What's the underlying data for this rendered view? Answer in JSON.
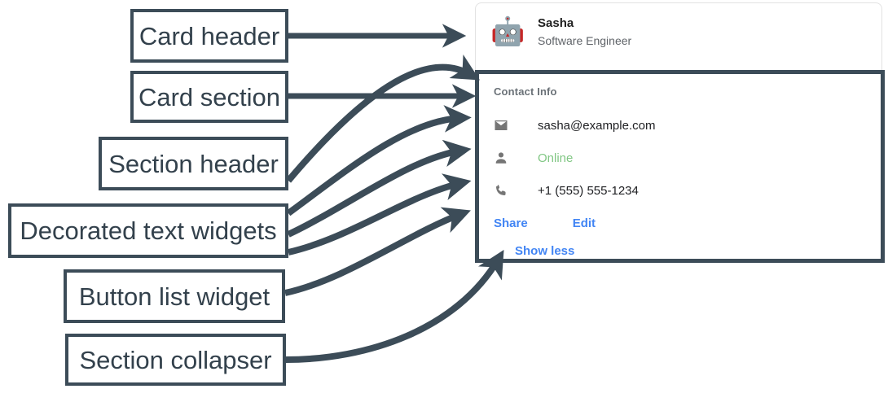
{
  "annotations": [
    {
      "id": "card-header",
      "label": "Card header"
    },
    {
      "id": "card-section",
      "label": "Card section"
    },
    {
      "id": "section-header",
      "label": "Section header"
    },
    {
      "id": "decorated",
      "label": "Decorated text widgets"
    },
    {
      "id": "button-list",
      "label": "Button list widget"
    },
    {
      "id": "collapser",
      "label": "Section collapser"
    }
  ],
  "card": {
    "header": {
      "avatar_icon": "robot-avatar-icon",
      "avatar_glyph": "🤖",
      "title": "Sasha",
      "subtitle": "Software Engineer"
    },
    "section": {
      "header": "Contact Info",
      "rows": [
        {
          "icon": "email-icon",
          "text": "sasha@example.com",
          "status": false
        },
        {
          "icon": "person-icon",
          "text": "Online",
          "status": true
        },
        {
          "icon": "phone-icon",
          "text": "+1 (555) 555-1234",
          "status": false
        }
      ],
      "buttons": [
        {
          "label": "Share"
        },
        {
          "label": "Edit"
        }
      ],
      "collapser": {
        "label": "Show less"
      }
    }
  },
  "colors": {
    "annotation_stroke": "#3c4c58",
    "annotation_text": "#33414c",
    "link_blue": "#4285f4",
    "status_green": "#81c784",
    "icon_gray": "#757575",
    "card_border": "#e2e2e2",
    "section_header_gray": "#6b7278",
    "title_dark": "#212121",
    "subtitle_gray": "#5f6368"
  }
}
